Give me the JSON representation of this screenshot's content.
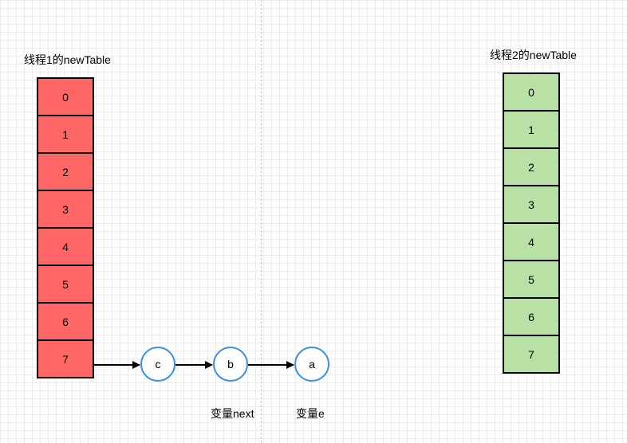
{
  "table1": {
    "title": "线程1的newTable",
    "cells": [
      "0",
      "1",
      "2",
      "3",
      "4",
      "5",
      "6",
      "7"
    ],
    "fill": "#ff6666"
  },
  "table2": {
    "title": "线程2的newTable",
    "cells": [
      "0",
      "1",
      "2",
      "3",
      "4",
      "5",
      "6",
      "7"
    ],
    "fill": "#b9e0a5"
  },
  "nodes": [
    "c",
    "b",
    "a"
  ],
  "labels": {
    "next_var": "变量next",
    "e_var": "变量e"
  },
  "colors": {
    "node_border": "#3a8ee6",
    "arrow": "#000000"
  }
}
